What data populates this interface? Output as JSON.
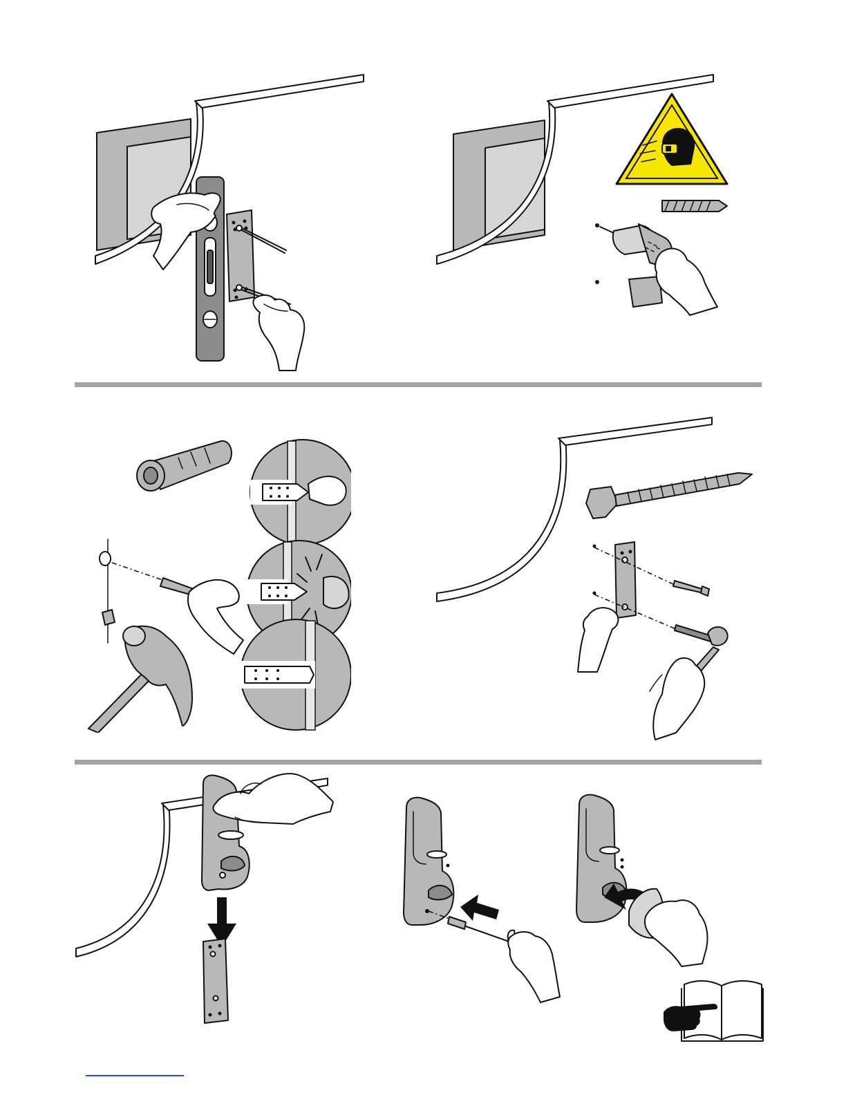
{
  "page": {
    "background": "#ffffff"
  },
  "colors": {
    "divider": "#a3a3a3",
    "warning_yellow": "#f7e600",
    "gray": "#b8b8b8",
    "outline": "#111111",
    "footer_link": "#1a4fd6"
  },
  "icons": {
    "warning_sign": "eye-protection-warning-icon",
    "manual": "consult-manual-icon",
    "arrow_down": "arrow-down-icon",
    "arrow_left": "arrow-left-icon",
    "arrow_curved": "curved-arrow-icon"
  },
  "steps": [
    {
      "id": "mark-holes",
      "tools": [
        "spirit-level",
        "pencil",
        "mounting-plate"
      ]
    },
    {
      "id": "drill-holes",
      "tools": [
        "drill",
        "drill-bit"
      ],
      "warning": "eye-protection"
    },
    {
      "id": "insert-anchors",
      "tools": [
        "wall-plug",
        "hammer"
      ]
    },
    {
      "id": "screw-plate",
      "tools": [
        "lag-screw",
        "wrench",
        "mounting-plate"
      ]
    },
    {
      "id": "hang-holder",
      "tools": [
        "door-holder",
        "mounting-plate"
      ]
    },
    {
      "id": "secure-holder",
      "tools": [
        "set-screw",
        "hex-key",
        "rubber-bumper"
      ]
    }
  ]
}
